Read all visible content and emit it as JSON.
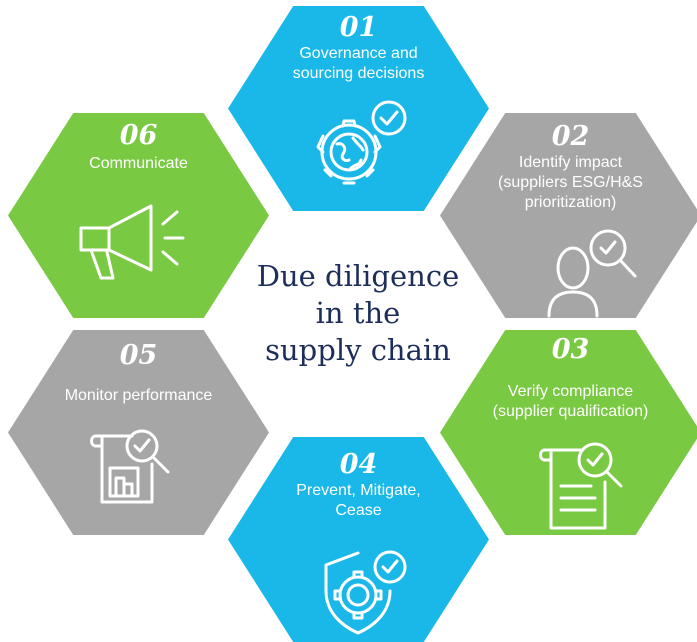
{
  "center": {
    "lines": [
      "Due diligence",
      "in the",
      "supply chain"
    ]
  },
  "colors": {
    "blue": "#1ab8e8",
    "gray": "#a6a6a6",
    "green": "#7ac943",
    "center_text": "#1e2e5a"
  },
  "steps": [
    {
      "number": "01",
      "lines": [
        "Governance and",
        "sourcing decisions"
      ],
      "icon": "globe-gear-check-icon",
      "color": "blue"
    },
    {
      "number": "02",
      "lines": [
        "Identify impact",
        "(suppliers ESG/H&S",
        "prioritization)"
      ],
      "icon": "person-magnifier-icon",
      "color": "gray"
    },
    {
      "number": "03",
      "lines": [
        "Verify compliance",
        "(supplier qualification)"
      ],
      "icon": "document-magnifier-icon",
      "color": "green"
    },
    {
      "number": "04",
      "lines": [
        "Prevent, Mitigate,",
        "Cease"
      ],
      "icon": "shield-gear-check-icon",
      "color": "blue"
    },
    {
      "number": "05",
      "lines": [
        "Monitor performance"
      ],
      "icon": "report-magnifier-icon",
      "color": "gray"
    },
    {
      "number": "06",
      "lines": [
        "Communicate"
      ],
      "icon": "megaphone-icon",
      "color": "green"
    }
  ]
}
